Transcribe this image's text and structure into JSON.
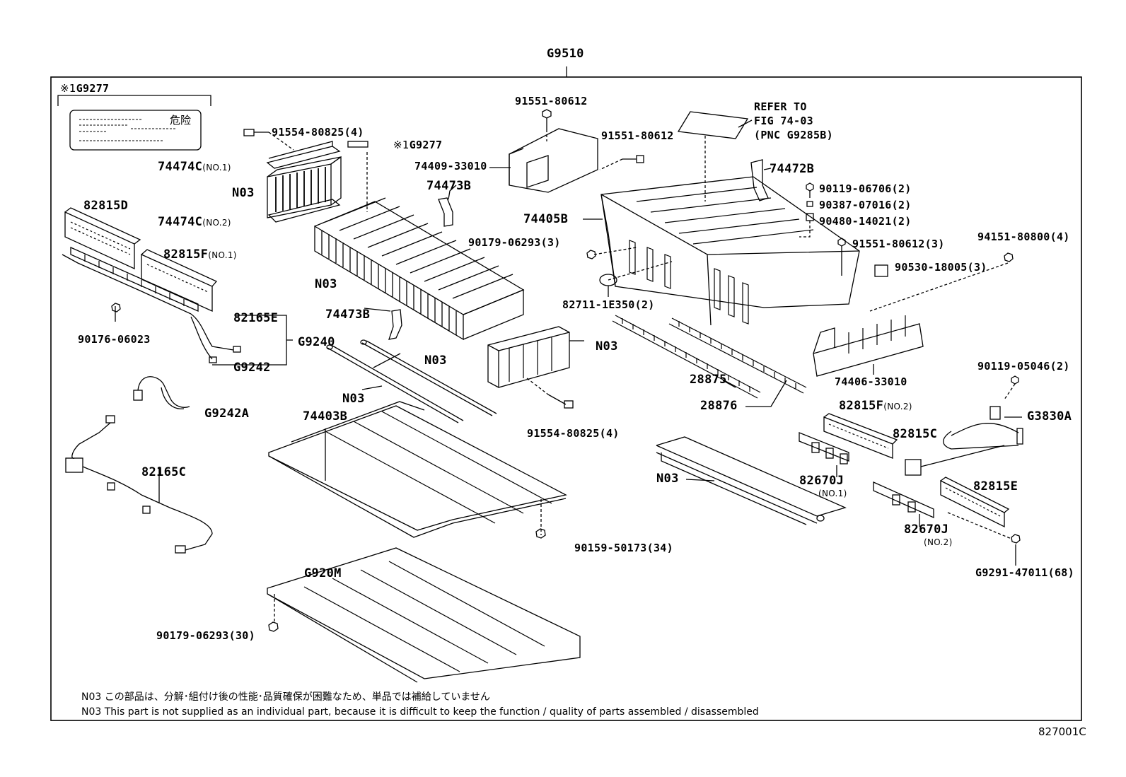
{
  "diagram": {
    "assembly_code": "G9510",
    "figure_code": "827001C",
    "label_sheet": {
      "code": "G9277",
      "mark": "※1",
      "warning_text": "危险"
    },
    "refer": {
      "line1": "REFER TO",
      "line2": "FIG 74-03",
      "line3": "(PNC G9285B)"
    },
    "parts": {
      "p_91554_80825_top": "91554-80825(4)",
      "p_74474C_1": "74474C",
      "p_74474C_1_sub": "(NO.1)",
      "p_N03_a": "N03",
      "p_74474C_2": "74474C",
      "p_74474C_2_sub": "(NO.2)",
      "p_G9277_mid": "G9277",
      "p_G9277_mid_mark": "※1",
      "p_82815D": "82815D",
      "p_82815F_1": "82815F",
      "p_82815F_1_sub": "(NO.1)",
      "p_82165E": "82165E",
      "p_90176_06023": "90176-06023",
      "p_G9240": "G9240",
      "p_G9242": "G9242",
      "p_G9242A": "G9242A",
      "p_82165C": "82165C",
      "p_74473B_top": "74473B",
      "p_N03_b": "N03",
      "p_74473B_bot": "74473B",
      "p_N03_c": "N03",
      "p_N03_d": "N03",
      "p_74403B": "74403B",
      "p_90159_50173": "90159-50173(34)",
      "p_G920M": "G920M",
      "p_90179_06293_30": "90179-06293(30)",
      "p_91551_80612_top": "91551-80612",
      "p_91551_80612_mid": "91551-80612",
      "p_74409_33010": "74409-33010",
      "p_74405B": "74405B",
      "p_90179_06293_3": "90179-06293(3)",
      "p_82711_1E350": "82711-1E350(2)",
      "p_N03_e": "N03",
      "p_91554_80825_bot": "91554-80825(4)",
      "p_74472B": "74472B",
      "p_90119_06706": "90119-06706(2)",
      "p_90387_07016": "90387-07016(2)",
      "p_90480_14021": "90480-14021(2)",
      "p_91551_80612_3": "91551-80612(3)",
      "p_94151_80800": "94151-80800(4)",
      "p_90530_18005": "90530-18005(3)",
      "p_74406_33010": "74406-33010",
      "p_28875": "28875",
      "p_28876": "28876",
      "p_90119_05046": "90119-05046(2)",
      "p_G3830A": "G3830A",
      "p_82815F_2": "82815F",
      "p_82815F_2_sub": "(NO.2)",
      "p_82815C": "82815C",
      "p_82670J_1": "82670J",
      "p_82670J_1_sub": "(NO.1)",
      "p_82815E": "82815E",
      "p_82670J_2": "82670J",
      "p_82670J_2_sub": "(NO.2)",
      "p_G9291_47011": "G9291-47011(68)",
      "p_N03_f": "N03"
    },
    "notes": {
      "jp": "N03  この部品は、分解･組付け後の性能･品質確保が困難なため、単品では補給していません",
      "en": "N03 This part is not supplied as an individual part, because it is difficult to keep the function / quality of parts assembled / disassembled"
    }
  }
}
